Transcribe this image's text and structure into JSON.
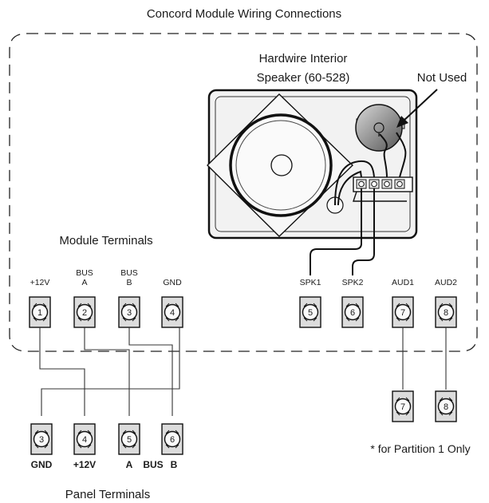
{
  "title": "Concord Module Wiring Connections",
  "speaker": {
    "label_line1": "Hardwire Interior",
    "label_line2": "Speaker (60-528)",
    "not_used": "Not Used"
  },
  "module_terminals": {
    "heading": "Module Terminals",
    "items": [
      {
        "label1": "+12V",
        "label2": "",
        "number": "1"
      },
      {
        "label1": "BUS",
        "label2": "A",
        "number": "2"
      },
      {
        "label1": "BUS",
        "label2": "B",
        "number": "3"
      },
      {
        "label1": "GND",
        "label2": "",
        "number": "4"
      },
      {
        "label1": "SPK1",
        "label2": "",
        "number": "5"
      },
      {
        "label1": "SPK2",
        "label2": "",
        "number": "6"
      },
      {
        "label1": "AUD1",
        "label2": "",
        "number": "7"
      },
      {
        "label1": "AUD2",
        "label2": "",
        "number": "8"
      }
    ]
  },
  "panel_terminals": {
    "heading": "Panel Terminals",
    "items": [
      {
        "number": "3"
      },
      {
        "number": "4"
      },
      {
        "number": "5"
      },
      {
        "number": "6"
      },
      {
        "number": "7"
      },
      {
        "number": "8"
      }
    ],
    "bottom_labels": {
      "gnd": "GND",
      "v12": "+12V",
      "a": "A",
      "bus": "BUS",
      "b": "B"
    }
  },
  "footnote": "* for Partition 1 Only"
}
